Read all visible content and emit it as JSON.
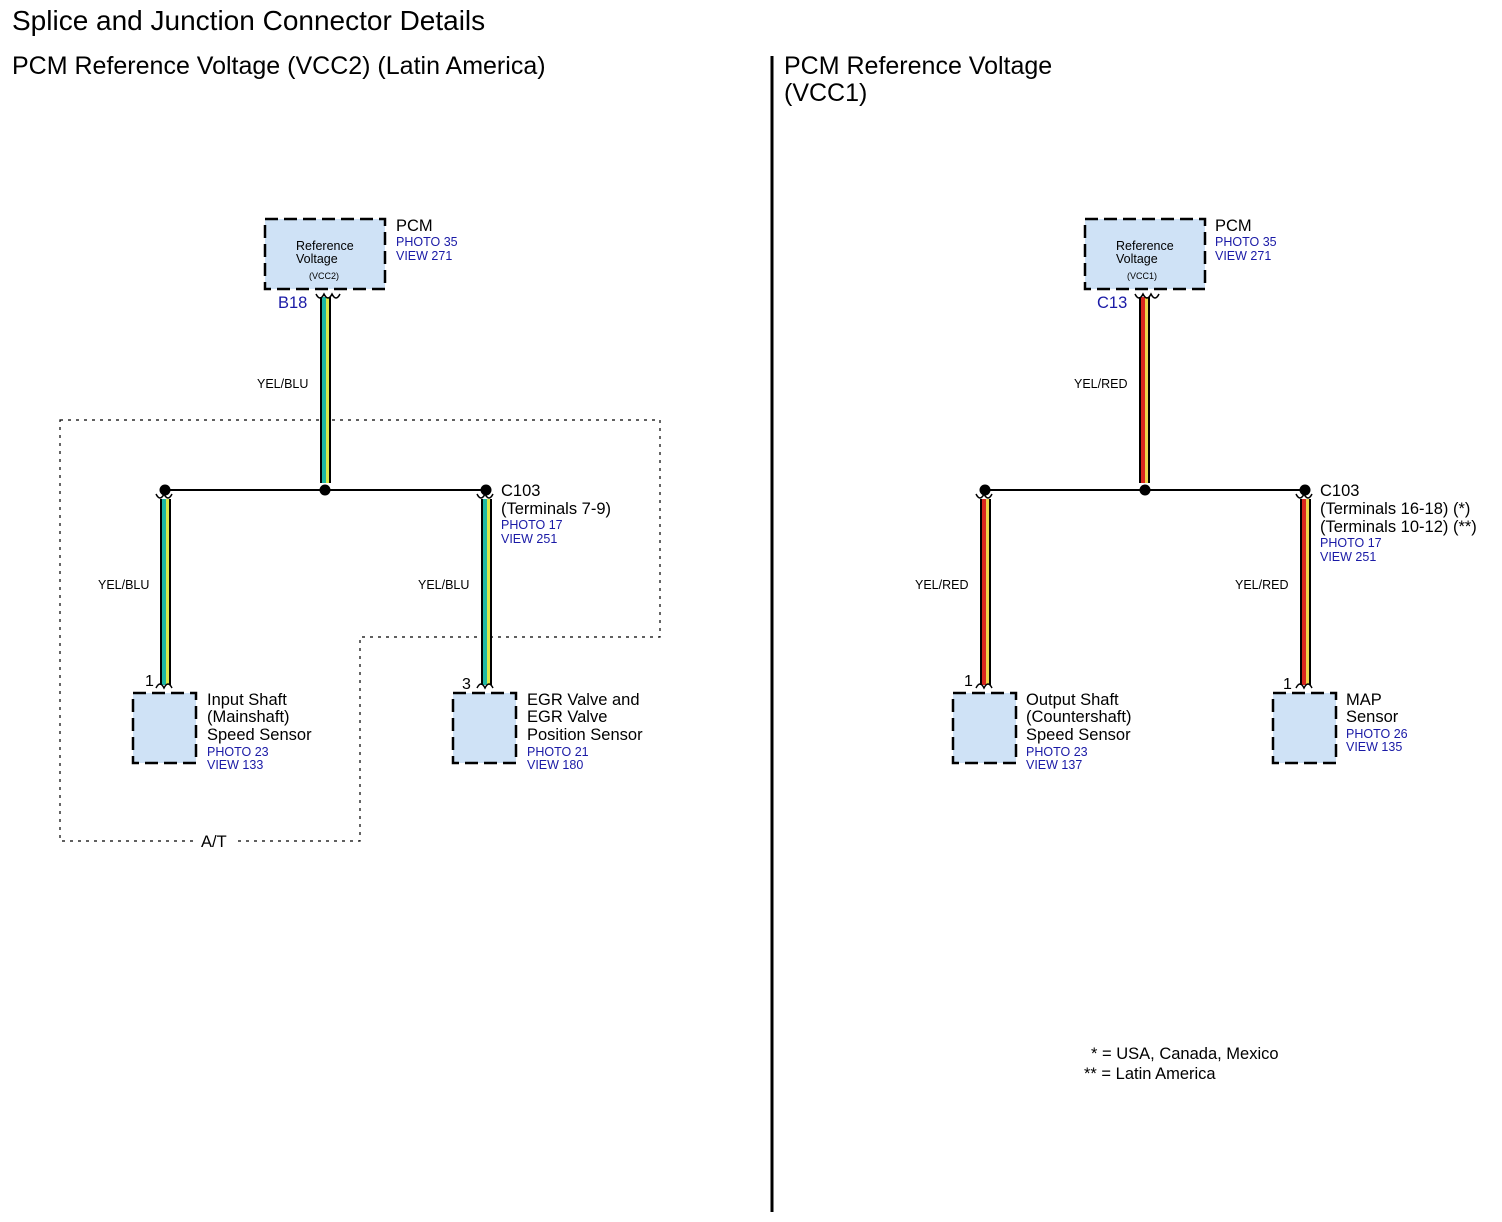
{
  "title": "Splice and Junction Connector Details",
  "left": {
    "heading": "PCM Reference Voltage (VCC2) (Latin America)",
    "pcm": {
      "name": "PCM",
      "box_line1": "Reference",
      "box_line2": "Voltage",
      "box_line3": "(VCC2)",
      "photo": "PHOTO 35",
      "view": "VIEW 271",
      "pin": "B18"
    },
    "wire_main": "YEL/BLU",
    "splice": {
      "name": "C103",
      "terminals": "(Terminals 7-9)",
      "photo": "PHOTO 17",
      "view": "VIEW 251"
    },
    "branch_left": {
      "wire": "YEL/BLU",
      "pin": "1",
      "line1": "Input Shaft",
      "line2": "(Mainshaft)",
      "line3": "Speed Sensor",
      "photo": "PHOTO 23",
      "view": "VIEW 133"
    },
    "branch_right": {
      "wire": "YEL/BLU",
      "pin": "3",
      "line1": "EGR Valve and",
      "line2": "EGR Valve",
      "line3": "Position Sensor",
      "photo": "PHOTO 21",
      "view": "VIEW 180"
    },
    "region_label": "A/T",
    "wire_colors": [
      "#1fb8a3",
      "#d9e84a"
    ]
  },
  "right": {
    "heading_line1": "PCM Reference Voltage",
    "heading_line2": "(VCC1)",
    "pcm": {
      "name": "PCM",
      "box_line1": "Reference",
      "box_line2": "Voltage",
      "box_line3": "(VCC1)",
      "photo": "PHOTO 35",
      "view": "VIEW 271",
      "pin": "C13"
    },
    "wire_main": "YEL/RED",
    "splice": {
      "name": "C103",
      "terminals1": "(Terminals 16-18) (*)",
      "terminals2": "(Terminals 10-12) (**)",
      "photo": "PHOTO 17",
      "view": "VIEW 251"
    },
    "branch_left": {
      "wire": "YEL/RED",
      "pin": "1",
      "line1": "Output Shaft",
      "line2": "(Countershaft)",
      "line3": "Speed Sensor",
      "photo": "PHOTO 23",
      "view": "VIEW 137"
    },
    "branch_right": {
      "wire": "YEL/RED",
      "pin": "1",
      "line1": "MAP",
      "line2": "Sensor",
      "photo": "PHOTO 26",
      "view": "VIEW 135"
    },
    "note1": "* = USA, Canada, Mexico",
    "note2": "** = Latin America",
    "wire_colors": [
      "#d9281e",
      "#ecd54a"
    ]
  },
  "colors": {
    "component_fill": "#cfe2f6",
    "link_blue": "#1a1aa6"
  }
}
